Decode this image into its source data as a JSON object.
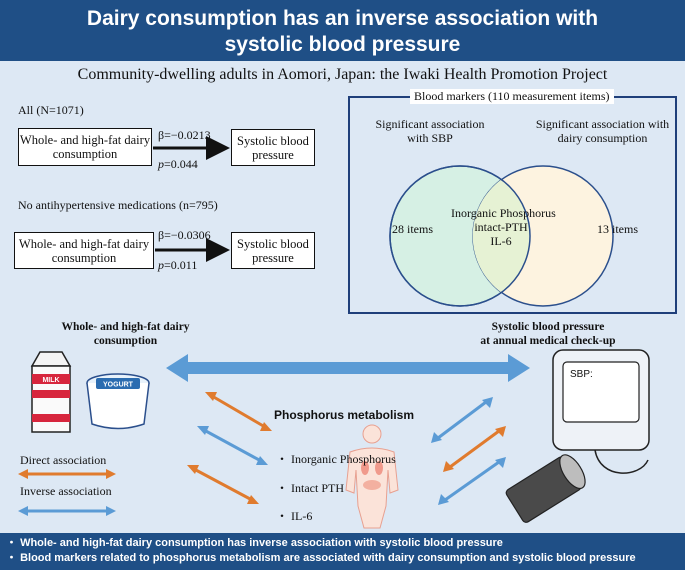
{
  "title": {
    "line1": "Dairy consumption has an inverse association with",
    "line2": "systolic blood pressure"
  },
  "subtitle": "Community-dwelling adults in Aomori, Japan: the Iwaki Health Promotion Project",
  "analysis": [
    {
      "group_label": "All (N=1071)",
      "exposure": "Whole- and high-fat dairy consumption",
      "beta": "β=−0.0213",
      "p_prefix": "p",
      "p_value": "=0.044",
      "outcome": "Systolic blood pressure"
    },
    {
      "group_label": "No antihypertensive medications (n=795)",
      "exposure": "Whole- and high-fat dairy consumption",
      "beta": "β=−0.0306",
      "p_prefix": "p",
      "p_value": "=0.011",
      "outcome": "Systolic blood pressure"
    }
  ],
  "blood_markers": {
    "header": "Blood markers (110 measurement items)",
    "left_label": "Significant association with SBP",
    "right_label": "Significant association with dairy consumption",
    "left_count": "28 items",
    "right_count": "13 items",
    "overlap": [
      "Inorganic Phosphorus",
      "intact-PTH",
      "IL-6"
    ],
    "colors": {
      "left": "#d6f0e4",
      "right": "#fdf3e0",
      "circle_stroke": "#2b4f8c",
      "border": "#1f3f7a"
    }
  },
  "bottom": {
    "dairy_label": "Whole- and high-fat dairy consumption",
    "sbp_label_1": "Systolic blood pressure",
    "sbp_label_2": "at annual medical check-up",
    "milk_label": "MILK",
    "yogurt_label": "YOGURT",
    "monitor_label": "SBP:",
    "phosphorus_title": "Phosphorus metabolism",
    "phosphorus_items": [
      "Inorganic Phosphorus",
      "Intact PTH",
      "IL-6"
    ],
    "legend_direct": "Direct association",
    "legend_inverse": "Inverse association",
    "colors": {
      "direct": "#e07b2e",
      "inverse": "#5b9bd5"
    }
  },
  "footer": [
    "Whole- and high-fat dairy consumption has inverse association with systolic blood pressure",
    "Blood markers related to phosphorus metabolism are associated with dairy consumption and systolic blood pressure"
  ]
}
